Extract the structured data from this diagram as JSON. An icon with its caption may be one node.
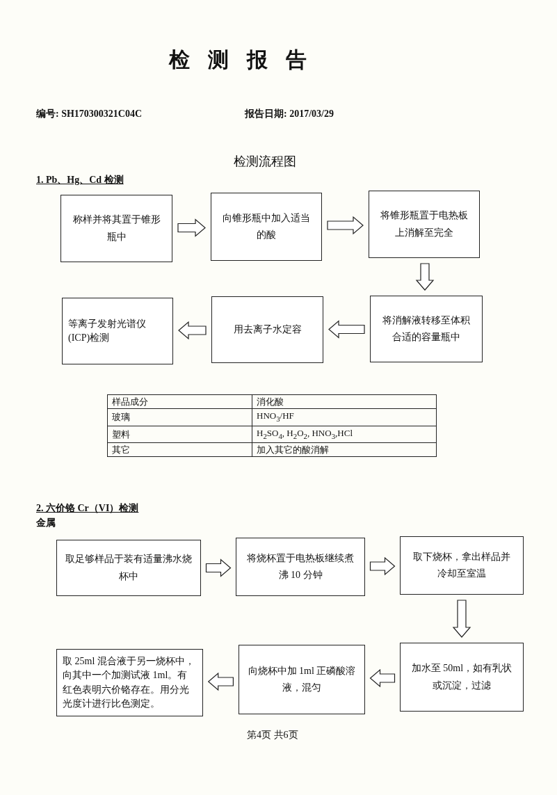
{
  "diagram": {
    "title": "检测报告",
    "nodes": [
      {
        "text": [
          "称样并将其置于锥形瓶中"
        ]
      },
      {
        "text": [
          "向锥形瓶中加入适当的酸"
        ]
      },
      {
        "text": [
          "将锥形瓶置于电热板上消解至完全"
        ]
      },
      {
        "text": [
          "将消解液转移至体积合适的容量瓶中"
        ]
      },
      {
        "text": [
          "用去离子水定容"
        ]
      },
      {
        "text": [
          "等离子发射光谱仪 (ICP)检测"
        ]
      },
      {
        "text": [
          "取足够样品于装有适量沸水烧杯中"
        ]
      },
      {
        "text": [
          "将烧杯置于电热板继续煮沸 10 分钟"
        ]
      },
      {
        "text": [
          "取下烧杯，拿出样品并冷却至室温"
        ]
      },
      {
        "text": [
          "加水至 50ml，如有乳状或沉淀，过滤"
        ]
      },
      {
        "text": [
          "向烧杯中加 1ml 正磷酸溶液，混匀"
        ]
      },
      {
        "text": [
          "取 25ml 混合液于另一烧杯中，向其中一个加测试液 1ml。有红色表明六价铬存在。用分光光度计进行比色测定。"
        ]
      }
    ],
    "edges": [
      {
        "from": 0,
        "to": 1,
        "arrow": "to"
      },
      {
        "from": 1,
        "to": 2,
        "arrow": "to"
      },
      {
        "from": 2,
        "to": 3,
        "arrow": "to"
      },
      {
        "from": 3,
        "to": 4,
        "arrow": "to"
      },
      {
        "from": 4,
        "to": 5,
        "arrow": "to"
      },
      {
        "from": 6,
        "to": 7,
        "arrow": "to"
      },
      {
        "from": 7,
        "to": 8,
        "arrow": "to"
      },
      {
        "from": 8,
        "to": 9,
        "arrow": "to"
      },
      {
        "from": 9,
        "to": 10,
        "arrow": "to"
      },
      {
        "from": 10,
        "to": 11,
        "arrow": "to"
      }
    ],
    "labels": [
      "编号: SH170300321C04C",
      "报告日期: 2017/03/29",
      "检测流程图",
      "1. Pb、Hg、Cd 检测",
      "样品成分",
      "消化酸",
      "玻璃",
      "HNO$_{3}$/HF",
      "塑料",
      "H$_{2}$SO$_{4}$, H$_{2}$O$_{2}$, HNO$_{3}$,HCl",
      "其它",
      "加入其它的酸消解",
      "2. 六价铬 Cr（VI）检测",
      "金属",
      "第4页 共6页"
    ]
  }
}
